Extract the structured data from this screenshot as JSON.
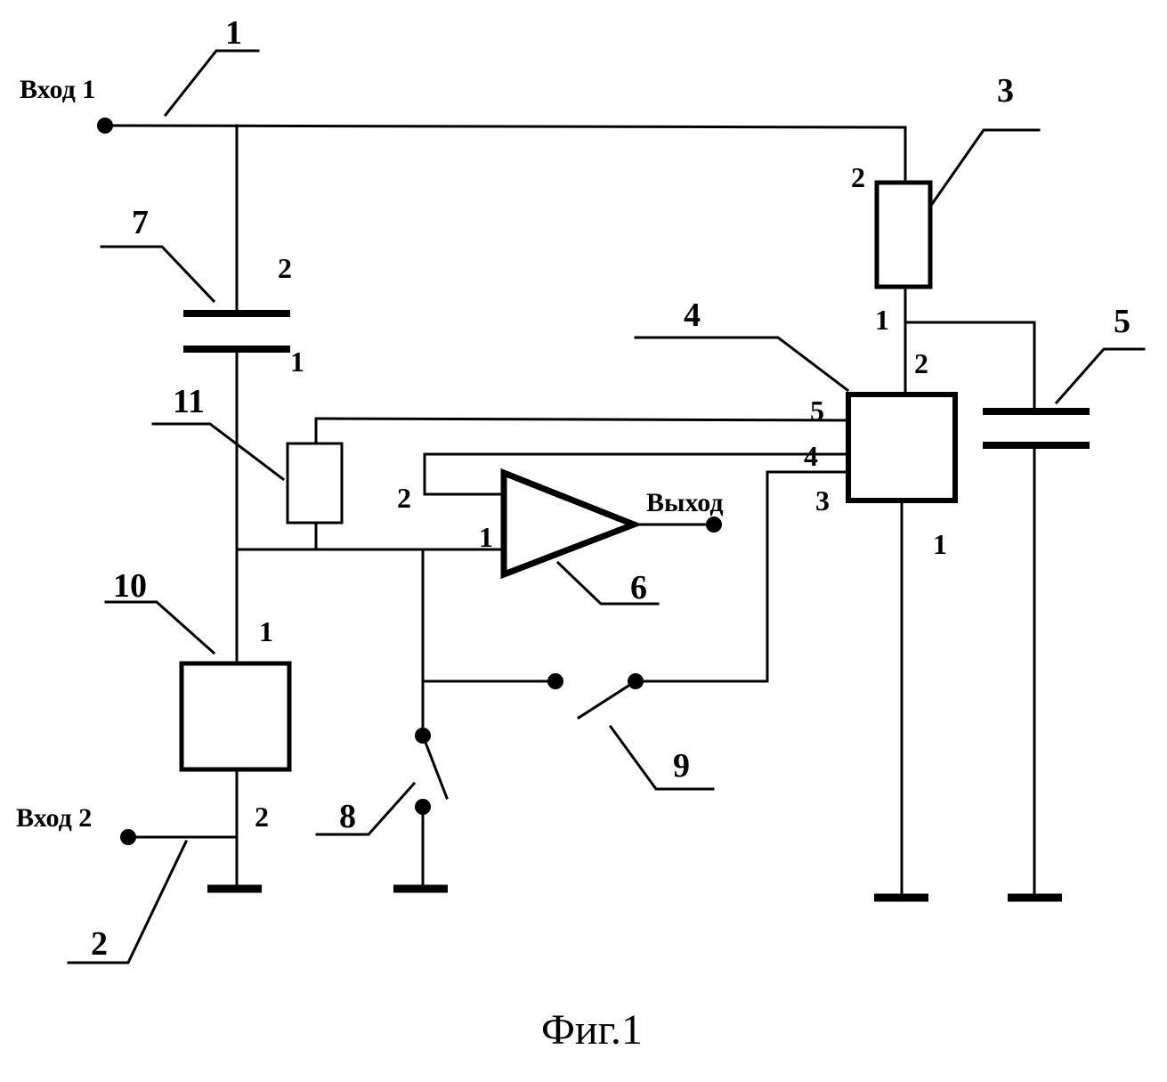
{
  "figure": {
    "caption": "Фиг.1"
  },
  "terminals": {
    "input1": "Вход 1",
    "input2": "Вход 2",
    "output": "Выход"
  },
  "refs": [
    "1",
    "2",
    "3",
    "4",
    "5",
    "6",
    "7",
    "8",
    "9",
    "10",
    "11"
  ],
  "pins": {
    "c7_top": "2",
    "c7_bot": "1",
    "r3_top": "2",
    "r3_bot": "1",
    "b4_p2": "2",
    "b4_p5": "5",
    "b4_p4": "4",
    "b4_p3": "3",
    "b4_p1": "1",
    "amp_in2": "2",
    "amp_in1": "1",
    "b10_top": "1",
    "b10_bot": "2"
  }
}
